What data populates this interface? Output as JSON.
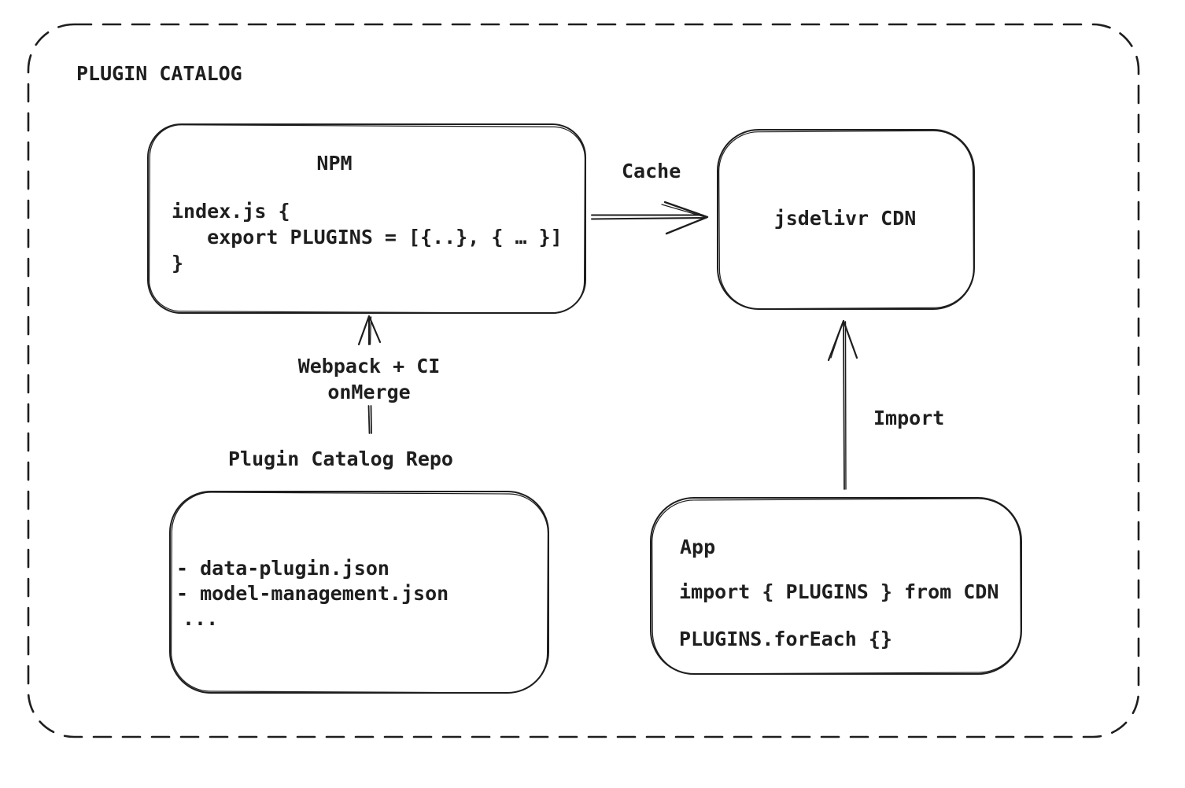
{
  "diagram": {
    "title": "PLUGIN CATALOG",
    "nodes": {
      "npm": {
        "title": "NPM",
        "code": [
          "index.js {",
          "   export PLUGINS = [{..}, { … }]",
          "}"
        ]
      },
      "cdn": {
        "title": "jsdelivr CDN"
      },
      "repo": {
        "title": "Plugin Catalog Repo",
        "files": [
          "- data-plugin.json",
          "- model-management.json",
          "..."
        ]
      },
      "app": {
        "title": "App",
        "code": [
          "import { PLUGINS } from CDN",
          "PLUGINS.forEach {}"
        ]
      }
    },
    "edges": {
      "cache": {
        "label": "Cache"
      },
      "build": {
        "labels": [
          "Webpack + CI",
          "onMerge"
        ]
      },
      "import": {
        "label": "Import"
      }
    },
    "colors": {
      "ink": "#1e1e1e",
      "background": "#ffffff"
    }
  }
}
